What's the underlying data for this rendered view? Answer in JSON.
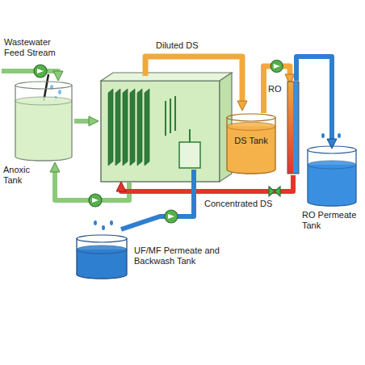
{
  "diagram": {
    "nodes": [
      {
        "text": [
          "Anoxic Tank"
        ]
      },
      {
        "text": [
          "DS Tank"
        ]
      },
      {
        "text": [
          "RO"
        ]
      },
      {
        "text": [
          "RO Permeate Tank"
        ]
      },
      {
        "text": [
          "UF/MF Permeate and Backwash Tank"
        ]
      }
    ],
    "edges": [
      {
        "from": 1,
        "to": 2,
        "arrow": "to"
      },
      {
        "from": 2,
        "to": 3,
        "arrow": "to"
      }
    ],
    "labels": [
      "Wastewater Feed Stream",
      "Diluted DS",
      "Concentrated DS"
    ]
  }
}
